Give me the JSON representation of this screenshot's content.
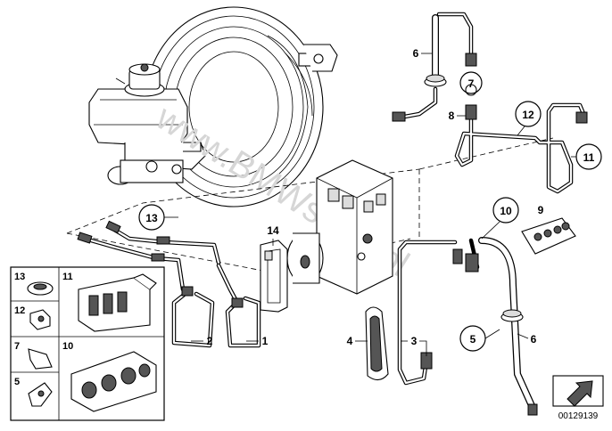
{
  "diagram": {
    "watermark": "www.BMWstore.pl",
    "reference_code": "00129139",
    "callouts": {
      "c1": "1",
      "c2": "2",
      "c3": "3",
      "c4": "4",
      "c5": "5",
      "c6a": "6",
      "c6b": "6",
      "c7": "7",
      "c8": "8",
      "c9": "9",
      "c10": "10",
      "c11": "11",
      "c12": "12",
      "c13": "13",
      "c14": "14"
    },
    "legend": {
      "l13": "13",
      "l11": "11",
      "l12": "12",
      "l7": "7",
      "l10": "10",
      "l5": "5"
    }
  }
}
